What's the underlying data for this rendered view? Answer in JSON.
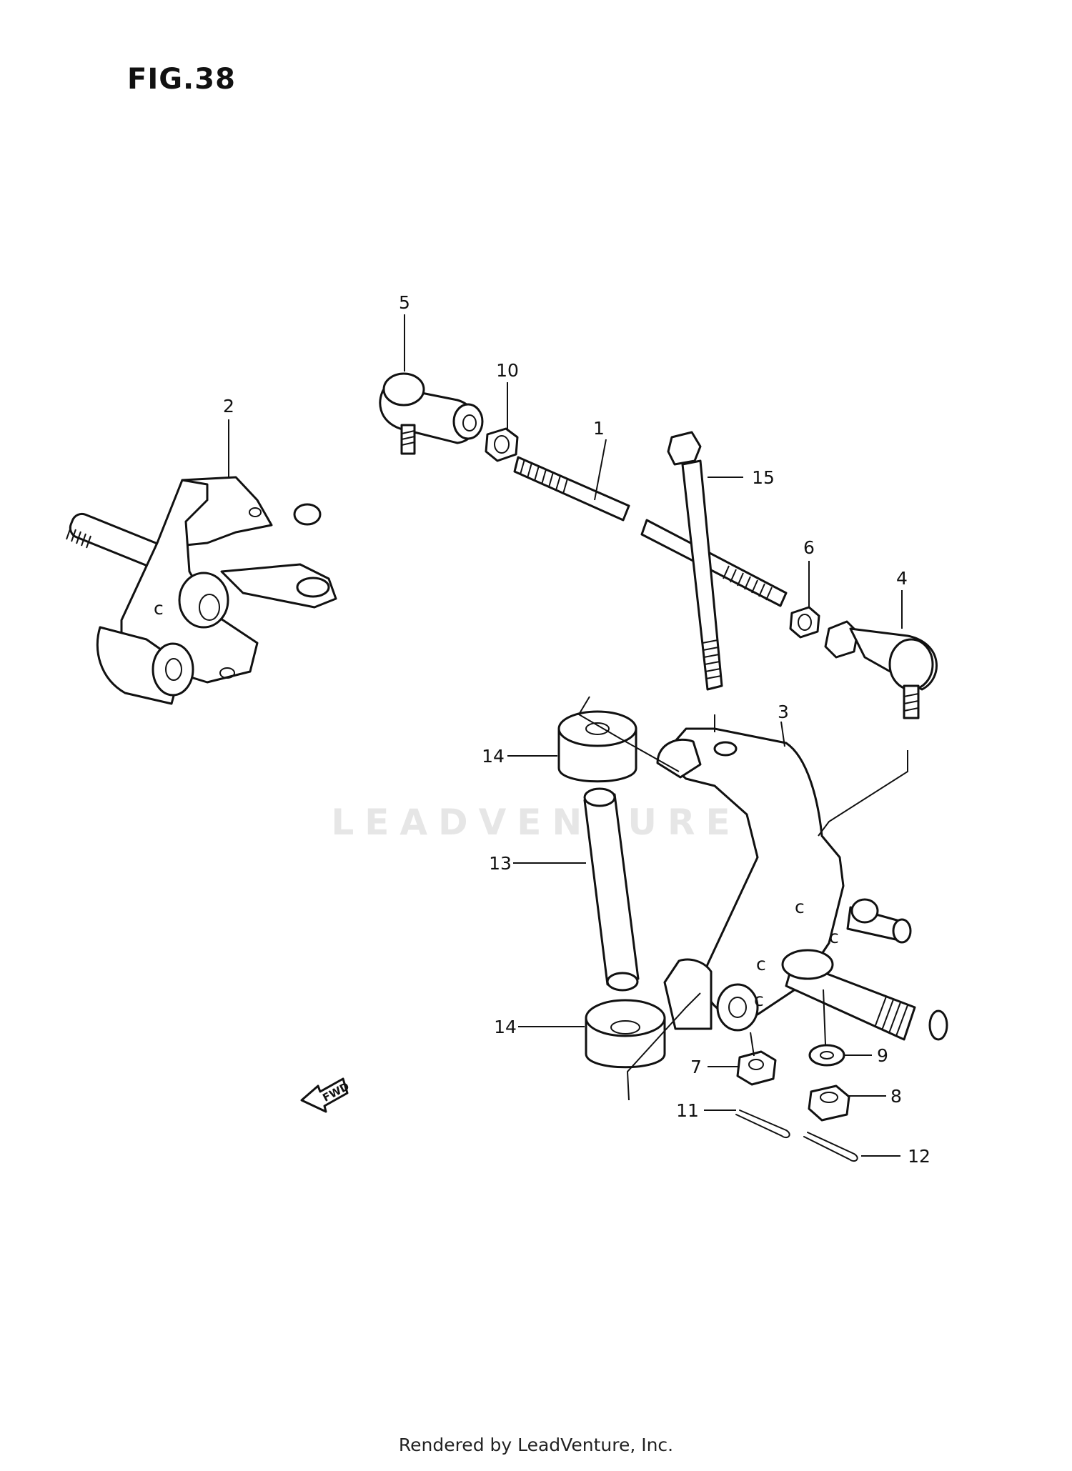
{
  "figure": {
    "title": "FIG.38"
  },
  "watermark": {
    "text": "LEADVENTURE"
  },
  "footer": {
    "text": "Rendered by LeadVenture, Inc."
  },
  "fwd_label": "FWD",
  "callouts": [
    {
      "id": "1",
      "label": "1"
    },
    {
      "id": "2",
      "label": "2"
    },
    {
      "id": "3",
      "label": "3"
    },
    {
      "id": "4",
      "label": "4"
    },
    {
      "id": "5",
      "label": "5"
    },
    {
      "id": "6",
      "label": "6"
    },
    {
      "id": "7",
      "label": "7"
    },
    {
      "id": "8",
      "label": "8"
    },
    {
      "id": "9",
      "label": "9"
    },
    {
      "id": "10",
      "label": "10"
    },
    {
      "id": "11",
      "label": "11"
    },
    {
      "id": "12",
      "label": "12"
    },
    {
      "id": "13",
      "label": "13"
    },
    {
      "id": "14a",
      "label": "14"
    },
    {
      "id": "14b",
      "label": "14"
    },
    {
      "id": "15",
      "label": "15"
    }
  ]
}
